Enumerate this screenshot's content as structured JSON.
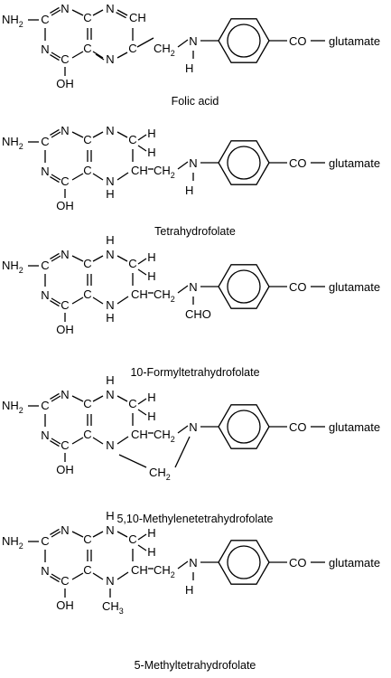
{
  "figure": {
    "structures": [
      {
        "id": "folic-acid",
        "name": "Folic acid",
        "state": "pteridine",
        "n10_substituent": "H",
        "amine_label": "NH",
        "amine_sub": "2",
        "oh_label": "OH",
        "c_label": "C",
        "n_label": "N",
        "ch_label": "CH",
        "h_label": "H",
        "ch2_label": "CH",
        "ch2_sub": "2",
        "co_label": "CO",
        "glutamate_label": "glutamate"
      },
      {
        "id": "tetrahydrofolate",
        "name": "Tetrahydrofolate",
        "state": "tetrahydro",
        "n10_substituent": "H",
        "amine_label": "NH",
        "amine_sub": "2",
        "oh_label": "OH",
        "c_label": "C",
        "n_label": "N",
        "ch_label": "CH",
        "h_label": "H",
        "ch2_label": "CH",
        "ch2_sub": "2",
        "co_label": "CO",
        "glutamate_label": "glutamate"
      },
      {
        "id": "formyl-thf",
        "name": "10-Formyltetrahydrofolate",
        "state": "tetrahydro-n5h",
        "n10_substituent": "CHO",
        "amine_label": "NH",
        "amine_sub": "2",
        "oh_label": "OH",
        "c_label": "C",
        "n_label": "N",
        "ch_label": "CH",
        "h_label": "H",
        "ch2_label": "CH",
        "ch2_sub": "2",
        "co_label": "CO",
        "glutamate_label": "glutamate"
      },
      {
        "id": "methylene-thf",
        "name": "5,10-Methylenetetrahydrofolate",
        "state": "methylene-bridge",
        "n10_substituent": "",
        "amine_label": "NH",
        "amine_sub": "2",
        "oh_label": "OH",
        "c_label": "C",
        "n_label": "N",
        "ch_label": "CH",
        "h_label": "H",
        "ch2_label": "CH",
        "ch2_sub": "2",
        "co_label": "CO",
        "glutamate_label": "glutamate"
      },
      {
        "id": "methyl-thf",
        "name": "5-Methyltetrahydrofolate",
        "state": "n5-methyl",
        "n10_substituent": "H",
        "n5_substituent": "CH",
        "n5_substituent_sub": "3",
        "amine_label": "NH",
        "amine_sub": "2",
        "oh_label": "OH",
        "c_label": "C",
        "n_label": "N",
        "ch_label": "CH",
        "h_label": "H",
        "ch2_label": "CH",
        "ch2_sub": "2",
        "co_label": "CO",
        "glutamate_label": "glutamate"
      }
    ]
  }
}
